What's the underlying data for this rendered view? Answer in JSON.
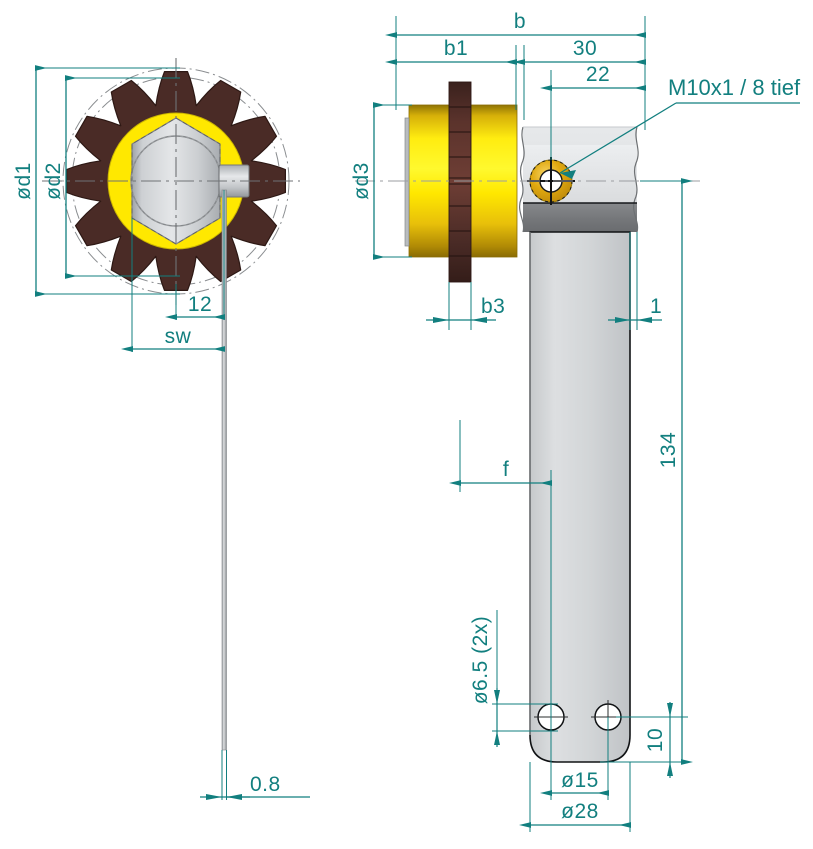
{
  "drawing": {
    "title": "Kettenrad mit Lagerbock",
    "colors": {
      "dimension": "#127f7f",
      "sprocket_teeth": "#4a2b26",
      "roller_yellow": "#ffe800",
      "roller_gold": "#b8960b",
      "hub_gray": "#d0d2d4",
      "bracket_gray": "#d2d4d6",
      "bracket_dark": "#7f8286",
      "thread_gold": "#e0a80f",
      "centerline": "#7a7a7a",
      "outline": "#1a1a1a",
      "background": "#ffffff"
    }
  },
  "views": {
    "front": {
      "name": "front-view",
      "sprocket": {
        "tooth_count": 12,
        "description": "sprocket-front-face"
      }
    },
    "side": {
      "name": "side-view",
      "description": "sprocket-side-section-with-bracket"
    }
  },
  "dimensions": {
    "front": [
      {
        "id": "d1",
        "label": "ød1",
        "orientation": "vertical",
        "name": "dim-diameter-d1"
      },
      {
        "id": "d2",
        "label": "ød2",
        "orientation": "vertical",
        "name": "dim-diameter-d2"
      },
      {
        "id": "t12",
        "label": "12",
        "orientation": "horizontal",
        "name": "dim-12"
      },
      {
        "id": "sw",
        "label": "sw",
        "orientation": "horizontal",
        "name": "dim-sw"
      },
      {
        "id": "t08",
        "label": "0.8",
        "orientation": "horizontal",
        "name": "dim-0-8"
      }
    ],
    "side": [
      {
        "id": "b",
        "label": "b",
        "orientation": "horizontal",
        "name": "dim-b"
      },
      {
        "id": "b1",
        "label": "b1",
        "orientation": "horizontal",
        "name": "dim-b1"
      },
      {
        "id": "t30",
        "label": "30",
        "orientation": "horizontal",
        "name": "dim-30"
      },
      {
        "id": "t22",
        "label": "22",
        "orientation": "horizontal",
        "name": "dim-22"
      },
      {
        "id": "d3",
        "label": "ød3",
        "orientation": "vertical",
        "name": "dim-diameter-d3"
      },
      {
        "id": "b3",
        "label": "b3",
        "orientation": "horizontal",
        "name": "dim-b3"
      },
      {
        "id": "t1",
        "label": "1",
        "orientation": "horizontal",
        "name": "dim-1"
      },
      {
        "id": "f",
        "label": "f",
        "orientation": "horizontal",
        "name": "dim-f"
      },
      {
        "id": "t134",
        "label": "134",
        "orientation": "vertical",
        "name": "dim-134"
      },
      {
        "id": "d65",
        "label": "ø6.5 (2x)",
        "orientation": "vertical",
        "name": "dim-diameter-6-5-2x"
      },
      {
        "id": "t10",
        "label": "10",
        "orientation": "vertical",
        "name": "dim-10"
      },
      {
        "id": "d15",
        "label": "ø15",
        "orientation": "horizontal",
        "name": "dim-diameter-15"
      },
      {
        "id": "d28",
        "label": "ø28",
        "orientation": "horizontal",
        "name": "dim-diameter-28"
      }
    ]
  },
  "annotations": [
    {
      "id": "thread",
      "label": "M10x1 / 8 tief",
      "name": "note-thread-m10x1-8-tief"
    }
  ]
}
